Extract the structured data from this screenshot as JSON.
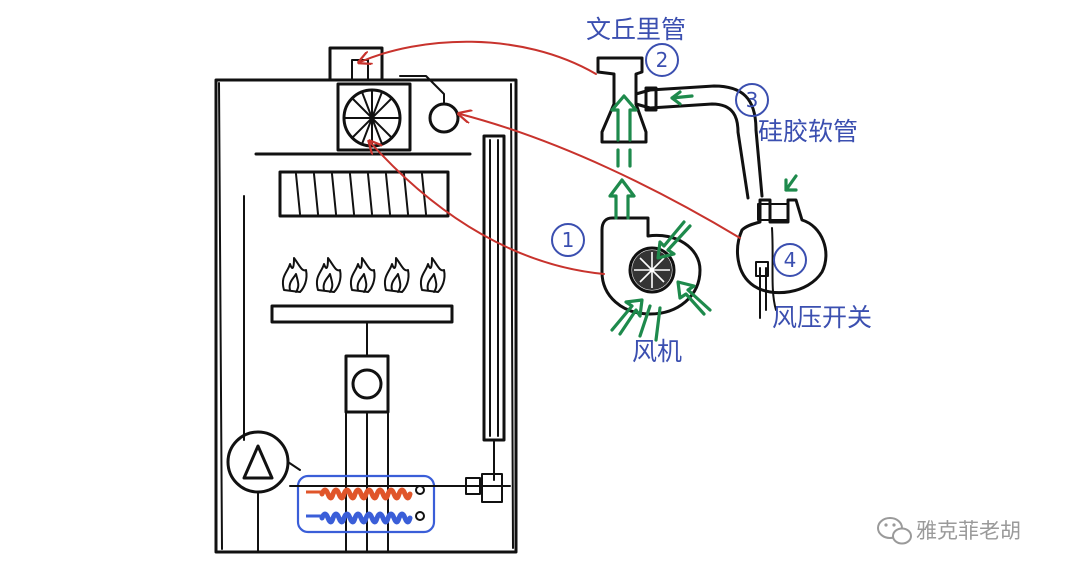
{
  "labels": {
    "venturi": "文丘里管",
    "silicone_hose": "硅胶软管",
    "fan": "风机",
    "pressure_switch": "风压开关"
  },
  "numbers": {
    "n1": "1",
    "n2": "2",
    "n3": "3",
    "n4": "4"
  },
  "watermark": "雅克菲老胡",
  "colors": {
    "outline": "#111111",
    "label_blue": "#3b4fb0",
    "signal_red": "#c8332d",
    "air_green": "#1e8a4c",
    "hot_water_orange": "#e0552a",
    "cold_water_blue": "#3a5ed8",
    "watermark_gray": "#9a9a9a"
  }
}
